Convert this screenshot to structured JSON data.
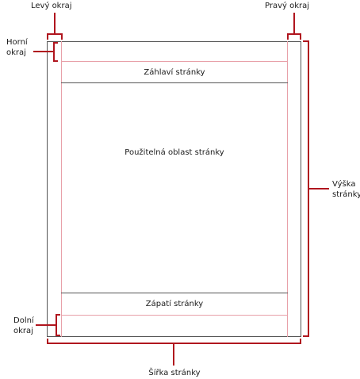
{
  "labels": {
    "left_margin": "Levý okraj",
    "right_margin": "Pravý okraj",
    "top_margin_line1": "Horní",
    "top_margin_line2": "okraj",
    "header": "Záhlaví stránky",
    "usable_area": "Použitelná oblast stránky",
    "page_height_line1": "Výška",
    "page_height_line2": "stránky",
    "footer": "Zápatí stránky",
    "bottom_margin_line1": "Dolní",
    "bottom_margin_line2": "okraj",
    "page_width": "Šířka stránky"
  },
  "colors": {
    "page_border": "#555555",
    "margin_guides": "#e8a0a8",
    "band_lines": "#555555",
    "dimension_markers": "#b0151e",
    "text": "#1a1a1a"
  }
}
